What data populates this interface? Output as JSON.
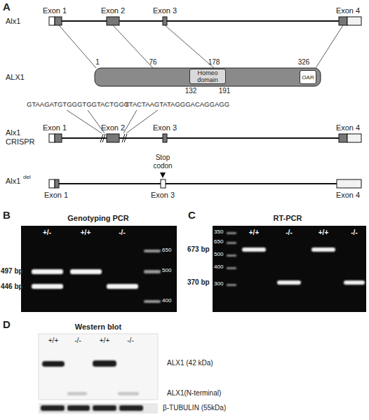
{
  "diagram": {
    "nodes": [
      {
        "text": [
          "Homeo domain"
        ]
      },
      {
        "text": [
          "OAR"
        ]
      }
    ],
    "labels": [
      "A",
      "Exon 1",
      "Exon 2",
      "Exon 3",
      "Exon 4",
      "Alx1",
      "1",
      "76",
      "178",
      "326",
      "ALX1",
      "132",
      "191",
      "GTAAGATGTGGGTGGTACTGGG",
      "TTACTAAGTATAGGGACAGGAGG",
      "Exon 1",
      "Exon 2",
      "Exon 3",
      "Exon 4",
      "Alx1 CRISPR",
      "Stop codon",
      "Exon 1",
      "Exon 3",
      "Exon 4",
      "Alx1",
      "del",
      "B",
      "Genotyping PCR",
      "+/-",
      "+/+",
      "-/-",
      "650",
      "500",
      "400",
      "497 bp",
      "446 bp",
      "C",
      "RT-PCR",
      "+/+",
      "-/-",
      "+/+",
      "-/-",
      "350",
      "650",
      "500",
      "400",
      "300",
      "673 bp",
      "370 bp",
      "D",
      "Western blot",
      "+/+",
      "-/-",
      "+/+",
      "-/-",
      "ALX1 (42 kDa)",
      "ALX1(N-terminal)",
      "β-TUBULIN (55kDa)"
    ]
  }
}
